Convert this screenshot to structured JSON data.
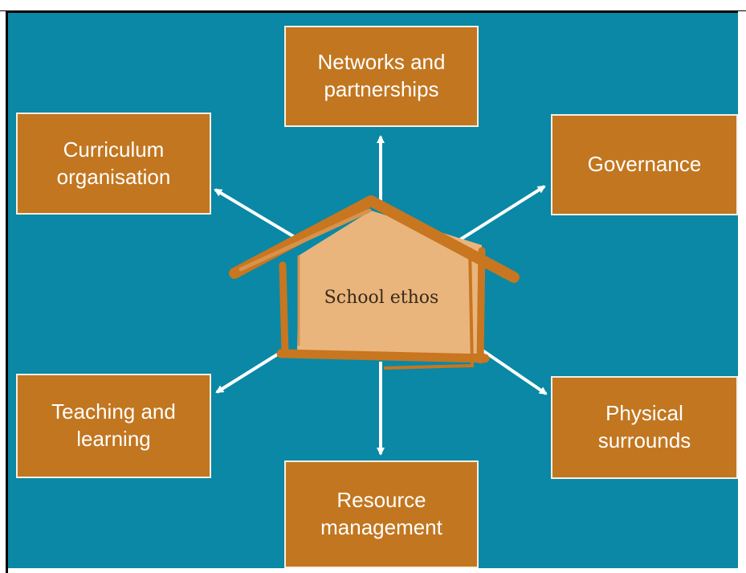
{
  "diagram": {
    "center": {
      "label": "School ethos"
    },
    "boxes": {
      "networks": {
        "line1": "Networks and",
        "line2": "partnerships"
      },
      "curriculum": {
        "line1": "Curriculum",
        "line2": "organisation"
      },
      "governance": {
        "line1": "Governance",
        "line2": ""
      },
      "teaching": {
        "line1": "Teaching and",
        "line2": "learning"
      },
      "physical": {
        "line1": "Physical",
        "line2": "surrounds"
      },
      "resource": {
        "line1": "Resource",
        "line2": "management"
      }
    },
    "colors": {
      "background": "#0a88a6",
      "box_fill": "#c2761f",
      "house_fill": "#e9b57d",
      "house_stroke": "#c8761f",
      "arrow": "#ffffff"
    }
  }
}
